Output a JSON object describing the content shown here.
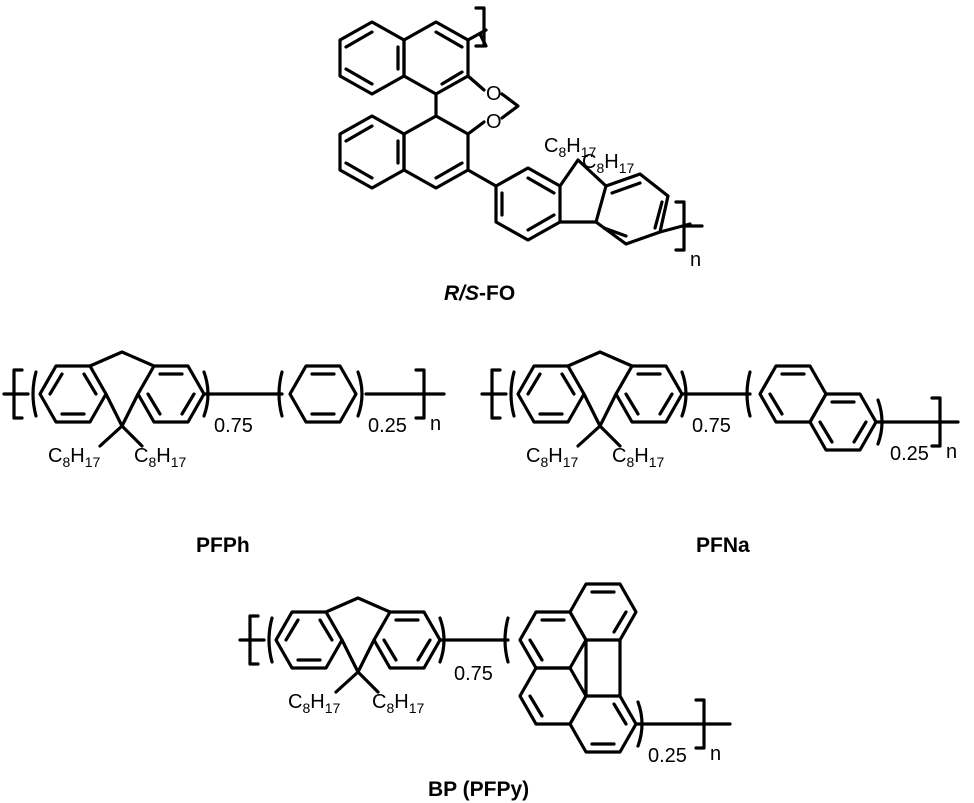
{
  "structures": {
    "rs_fo": {
      "name_prefix_italic": "R/S",
      "name_suffix": "-FO",
      "oxygen_1": "O",
      "oxygen_2": "O",
      "alkyl_1": {
        "c": "C",
        "c_sub": "8",
        "h": "H",
        "h_sub": "17"
      },
      "alkyl_2": {
        "c": "C",
        "c_sub": "8",
        "h": "H",
        "h_sub": "17"
      },
      "repeat_index": "n"
    },
    "pfph": {
      "name": "PFPh",
      "fraction_1": "0.75",
      "fraction_2": "0.25",
      "repeat_index": "n",
      "alkyl_1": {
        "c": "C",
        "c_sub": "8",
        "h": "H",
        "h_sub": "17"
      },
      "alkyl_2": {
        "c": "C",
        "c_sub": "8",
        "h": "H",
        "h_sub": "17"
      }
    },
    "pfna": {
      "name": "PFNa",
      "fraction_1": "0.75",
      "fraction_2": "0.25",
      "repeat_index": "n",
      "alkyl_1": {
        "c": "C",
        "c_sub": "8",
        "h": "H",
        "h_sub": "17"
      },
      "alkyl_2": {
        "c": "C",
        "c_sub": "8",
        "h": "H",
        "h_sub": "17"
      }
    },
    "bp": {
      "name": "BP (PFPy)",
      "fraction_1": "0.75",
      "fraction_2": "0.25",
      "repeat_index": "n",
      "alkyl_1": {
        "c": "C",
        "c_sub": "8",
        "h": "H",
        "h_sub": "17"
      },
      "alkyl_2": {
        "c": "C",
        "c_sub": "8",
        "h": "H",
        "h_sub": "17"
      }
    }
  }
}
